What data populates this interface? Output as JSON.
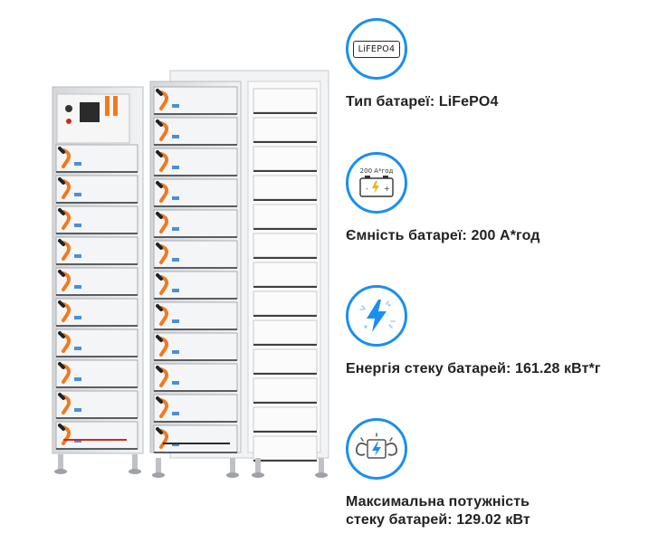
{
  "specs": [
    {
      "icon": "lifepo4-icon",
      "badge_text": "LiFEPO4",
      "label": "Тип батареї: LiFePO4"
    },
    {
      "icon": "battery-capacity-icon",
      "badge_text": "200 A*год",
      "label": "Ємність батареї: 200 А*год"
    },
    {
      "icon": "lightning-icon",
      "label": "Енергія стеку батарей: 161.28 кВт*г"
    },
    {
      "icon": "power-arms-icon",
      "label_line1": "Максимальна потужність",
      "label_line2": "стеку батарей: 129.02 кВт"
    }
  ],
  "colors": {
    "accent": "#1a8ff0",
    "cable_orange": "#f07a1f",
    "rack": "#e6e7e9"
  }
}
